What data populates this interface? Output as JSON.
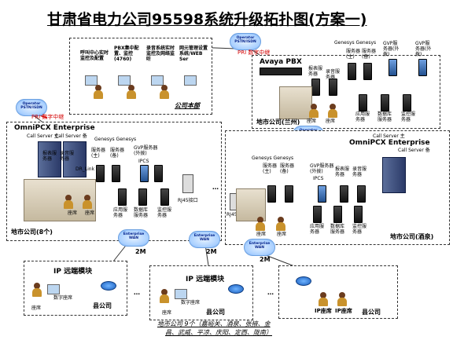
{
  "title": "甘肃省电力公司95598系统升级拓扑图(方案一)",
  "hq": {
    "label": "公司本部",
    "items": [
      "呼叫中心实时监控及配置",
      "PBX集中配置、监控(4760)",
      "录音系统实时监控及网络监听",
      "网元管理设置系统/WEB Ser"
    ]
  },
  "operator_cloud": "Operator PSTN/ISDN",
  "pri_label": "PRI 数字中继",
  "lanzhou": {
    "pbx": "Avaya PBX",
    "genesys": "Genesys Genesys",
    "servers_row1": [
      "报表服务器",
      "录音服务器",
      "服务器(主)",
      "服务器(备)",
      "GVP服务器(外拨)",
      "GVP服务器(外拨)"
    ],
    "servers_row2": [
      "应用服务器",
      "数据库服务器",
      "监控服务器"
    ],
    "agents": [
      "座席",
      "座席"
    ],
    "label": "地市公司(兰州)"
  },
  "left_site": {
    "brand": "OmniPCX Enterprise",
    "callserver": "Call Server 主",
    "callserver2": "Call Server 备",
    "dr_link": "DR_Link",
    "genesys": "Genesys Genesys",
    "servers_row1": [
      "报表服务器",
      "录音服务器",
      "服务器(主)",
      "服务器(备)",
      "GVP服务器(外拨)",
      "IPCS"
    ],
    "servers_row2": [
      "应用服务器",
      "数据库服务器",
      "监控服务器"
    ],
    "rj45": "RJ45接口",
    "agents": [
      "座席",
      "座席"
    ],
    "label": "地市公司(8个)"
  },
  "right_site": {
    "brand": "OmniPCX Enterprise",
    "callserver": "Call Server 主",
    "callserver2": "Call Server 备",
    "genesys": "Genesys Genesys",
    "servers_row1": [
      "服务器(主)",
      "服务器(备)",
      "GVP服务器(外拨)",
      "IPCS",
      "报表服务器",
      "录音服务器"
    ],
    "servers_row2": [
      "应用服务器",
      "数据库服务器",
      "监控服务器"
    ],
    "rj45": "RJ45接口",
    "agents": [
      "座席",
      "座席"
    ],
    "label": "地市公司(酒泉)"
  },
  "enterprise_wan": "Enterprise WAN",
  "links": [
    "2M",
    "2M",
    "2M"
  ],
  "dots": "…",
  "county1": {
    "ip_module": "IP 远端模块",
    "digital": "数字座席",
    "agent": "座席",
    "label": "县公司"
  },
  "county2": {
    "ip_module": "IP 远端模块",
    "digital": "数字座席",
    "agent": "座席",
    "label": "县公司"
  },
  "county3": {
    "ip_agent": "IP座席",
    "ip_agent2": "IP座席",
    "label": "县公司"
  },
  "footnote_line1": "地市公司 9个（嘉峪关、酒泉、张掖、金",
  "footnote_line2": "昌、武威、平凉、庆阳、定西、陇南）",
  "colors": {
    "accent_red": "#d40000",
    "cloud_blue": "#a8cfff",
    "line": "#333333"
  }
}
